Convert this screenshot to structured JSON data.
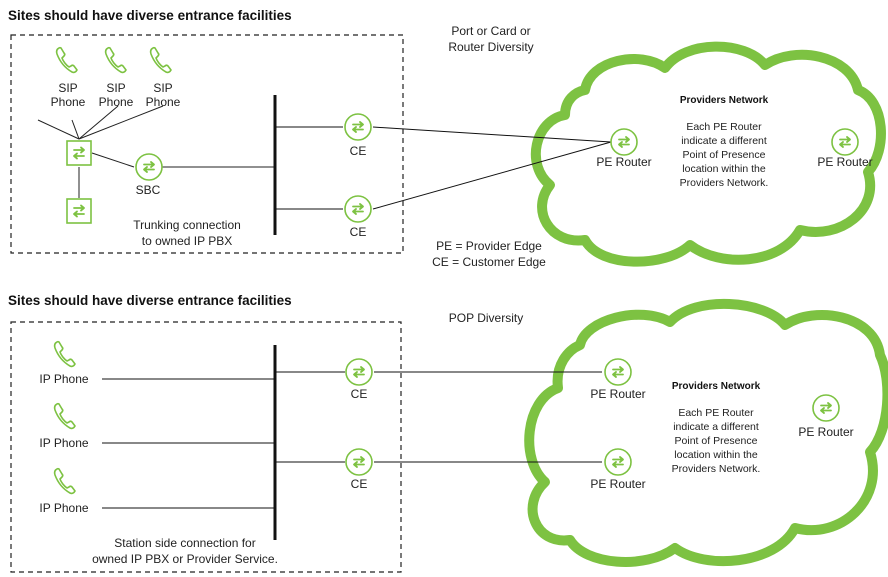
{
  "colors": {
    "accent_green": "#7dc242",
    "line": "#111111",
    "text": "#222222"
  },
  "top": {
    "title": "Sites should have diverse entrance facilities",
    "diversity_note": [
      "Port or Card or",
      "Router Diversity"
    ],
    "phones": [
      {
        "icon": "phone-icon",
        "label": [
          "SIP",
          "Phone"
        ]
      },
      {
        "icon": "phone-icon",
        "label": [
          "SIP",
          "Phone"
        ]
      },
      {
        "icon": "phone-icon",
        "label": [
          "SIP",
          "Phone"
        ]
      }
    ],
    "switch_icon": "switch-icon",
    "sbc_label": "SBC",
    "trunk_note": [
      "Trunking connection",
      "to owned IP PBX"
    ],
    "ce_label": "CE",
    "legend": [
      "PE = Provider Edge",
      "CE = Customer Edge"
    ],
    "cloud": {
      "title": "Providers Network",
      "description": [
        "Each PE Router",
        "indicate a different",
        "Point of Presence",
        "location within the",
        "Providers Network."
      ],
      "pe_label": "PE Router"
    }
  },
  "bottom": {
    "title": "Sites should have diverse entrance facilities",
    "diversity_note": "POP Diversity",
    "phones": [
      {
        "icon": "phone-icon",
        "label": "IP Phone"
      },
      {
        "icon": "phone-icon",
        "label": "IP Phone"
      },
      {
        "icon": "phone-icon",
        "label": "IP Phone"
      }
    ],
    "station_note": [
      "Station side connection for",
      "owned IP PBX or Provider Service."
    ],
    "ce_label": "CE",
    "cloud": {
      "title": "Providers Network",
      "description": [
        "Each PE Router",
        "indicate a different",
        "Point of Presence",
        "location within the",
        "Providers Network."
      ],
      "pe_label": "PE Router"
    }
  }
}
